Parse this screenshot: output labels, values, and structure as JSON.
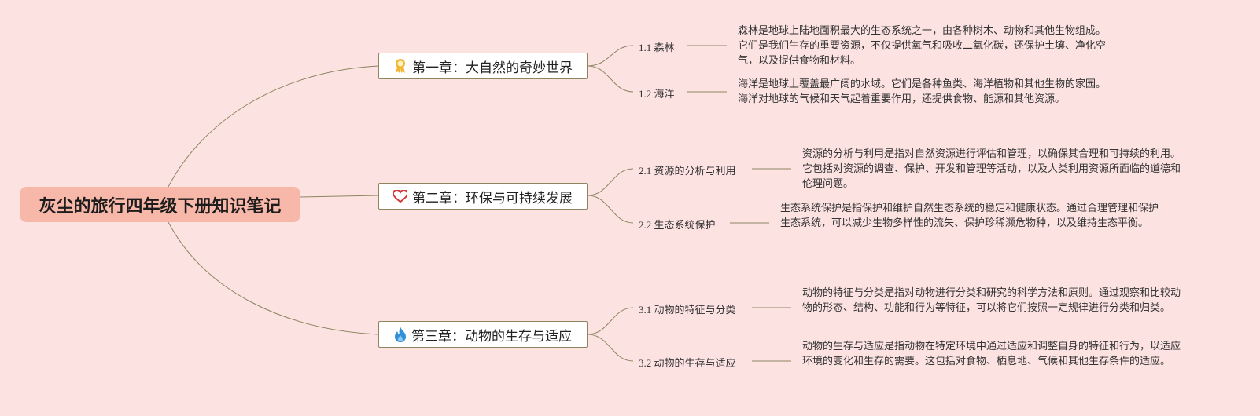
{
  "root": {
    "title": "灰尘的旅行四年级下册知识笔记"
  },
  "chapters": [
    {
      "label": "第一章：大自然的奇妙世界",
      "icon": "award-ribbon-icon",
      "icon_color": "#f2b632",
      "subs": [
        {
          "label": "1.1 森林",
          "text": "森林是地球上陆地面积最大的生态系统之一，由各种树木、动物和其他生物组成。它们是我们生存的重要资源，不仅提供氧气和吸收二氧化碳，还保护土壤、净化空气，以及提供食物和材料。"
        },
        {
          "label": "1.2 海洋",
          "text": "海洋是地球上覆盖最广阔的水域。它们是各种鱼类、海洋植物和其他生物的家园。海洋对地球的气候和天气起着重要作用，还提供食物、能源和其他资源。"
        }
      ]
    },
    {
      "label": "第二章：环保与可持续发展",
      "icon": "heart-icon",
      "icon_color": "#d63a3a",
      "subs": [
        {
          "label": "2.1 资源的分析与利用",
          "text": "资源的分析与利用是指对自然资源进行评估和管理，以确保其合理和可持续的利用。它包括对资源的调查、保护、开发和管理等活动，以及人类利用资源所面临的道德和伦理问题。"
        },
        {
          "label": "2.2 生态系统保护",
          "text": "生态系统保护是指保护和维护自然生态系统的稳定和健康状态。通过合理管理和保护生态系统，可以减少生物多样性的流失、保护珍稀濒危物种，以及维持生态平衡。"
        }
      ]
    },
    {
      "label": "第三章：动物的生存与适应",
      "icon": "flame-icon",
      "icon_color": "#2f8fd8",
      "subs": [
        {
          "label": "3.1 动物的特征与分类",
          "text": "动物的特征与分类是指对动物进行分类和研究的科学方法和原则。通过观察和比较动物的形态、结构、功能和行为等特征，可以将它们按照一定规律进行分类和归类。"
        },
        {
          "label": "3.2 动物的生存与适应",
          "text": "动物的生存与适应是指动物在特定环境中通过适应和调整自身的特征和行为，以适应环境的变化和生存的需要。这包括对食物、栖息地、气候和其他生存条件的适应。"
        }
      ]
    }
  ],
  "colors": {
    "background": "#fde2e2",
    "root_fill": "#f7b7a9",
    "branch_line": "#8b8660"
  }
}
